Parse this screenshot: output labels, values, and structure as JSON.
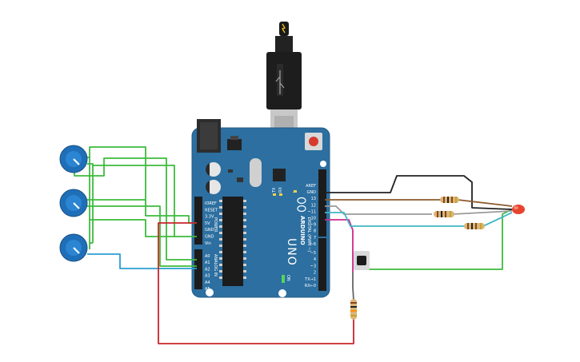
{
  "board": {
    "name": "ARDUINO",
    "model": "UNO",
    "power_header_label": "POWER",
    "analog_header_label": "ANALOG IN",
    "digital_header_label": "DIGITAL (PWM ~)",
    "on_label": "ON",
    "tx_label": "TX",
    "rx_label": "RX",
    "l_label": "L",
    "power_pins": [
      "IOREF",
      "RESET",
      "3.3V",
      "5V",
      "GND",
      "GND",
      "Vin"
    ],
    "analog_pins": [
      "A0",
      "A1",
      "A2",
      "A3",
      "A4",
      "A5"
    ],
    "digital_pins": [
      "AREF",
      "GND",
      "13",
      "12",
      "~11",
      "~10",
      "~9",
      "8",
      "7",
      "~6",
      "~5",
      "4",
      "~3",
      "2",
      "TX→1",
      "RX←0"
    ]
  },
  "components": {
    "usb_cable": "usb-cable",
    "potentiometers": 3,
    "resistors": 4,
    "led_color": "#e8432e",
    "button": "push-button"
  },
  "colors": {
    "board": "#2c6fa0",
    "board_dark": "#1f5a86",
    "wire_green": "#3dbb3d",
    "wire_red": "#c8252b",
    "wire_black": "#222222",
    "wire_brown": "#8b5a2b",
    "wire_gray": "#9a9a9a",
    "wire_cyan": "#3fb6c8",
    "wire_magenta": "#cc2a8c",
    "wire_blue": "#2a7fc8",
    "pot_body": "#1f6fb8"
  }
}
